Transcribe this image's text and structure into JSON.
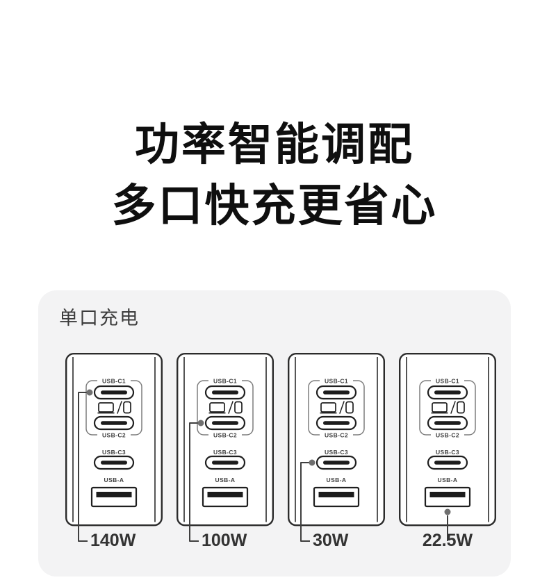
{
  "title": {
    "line1": "功率智能调配",
    "line2": "多口快充更省心"
  },
  "card": {
    "label": "单口充电",
    "port_labels": {
      "c1": "USB-C1",
      "c2": "USB-C2",
      "c3": "USB-C3",
      "a": "USB-A"
    },
    "chargers": [
      {
        "watt": "140W",
        "highlight_port": "USB-C1",
        "callout": "left"
      },
      {
        "watt": "100W",
        "highlight_port": "USB-C2",
        "callout": "left"
      },
      {
        "watt": "30W",
        "highlight_port": "USB-C3",
        "callout": "left"
      },
      {
        "watt": "22.5W",
        "highlight_port": "USB-A",
        "callout": "center"
      }
    ]
  },
  "colors": {
    "page_bg": "#ffffff",
    "card_bg": "#f3f3f4",
    "title_text": "#0f0f0f",
    "body_outline": "#2b2b2b",
    "group_box": "#7d7d7d",
    "port_stroke": "#1f1f1f",
    "port_fill_bar": "#1c1c1c",
    "port_label": "#3f3f3f",
    "callout_line": "#3f3f3f",
    "callout_dot": "#6f6f6f",
    "watt_text": "#333333"
  }
}
